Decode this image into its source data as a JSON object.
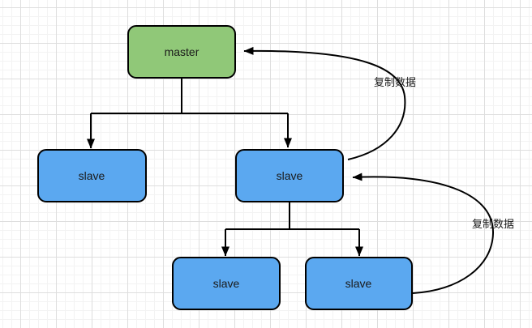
{
  "canvas": {
    "background": "#ffffff",
    "grid_minor_color": "#f3f3f3",
    "grid_major_color": "#dedede"
  },
  "nodes": {
    "master": {
      "label": "master",
      "fill": "#90C878",
      "stroke": "#000000"
    },
    "slave_left": {
      "label": "slave",
      "fill": "#5BA8F0",
      "stroke": "#000000"
    },
    "slave_middle": {
      "label": "slave",
      "fill": "#5BA8F0",
      "stroke": "#000000"
    },
    "slave_bottom_left": {
      "label": "slave",
      "fill": "#5BA8F0",
      "stroke": "#000000"
    },
    "slave_bottom_right": {
      "label": "slave",
      "fill": "#5BA8F0",
      "stroke": "#000000"
    }
  },
  "edges": {
    "replicate_to_master_label": "复制数据",
    "replicate_to_middle_slave_label": "复制数据"
  }
}
